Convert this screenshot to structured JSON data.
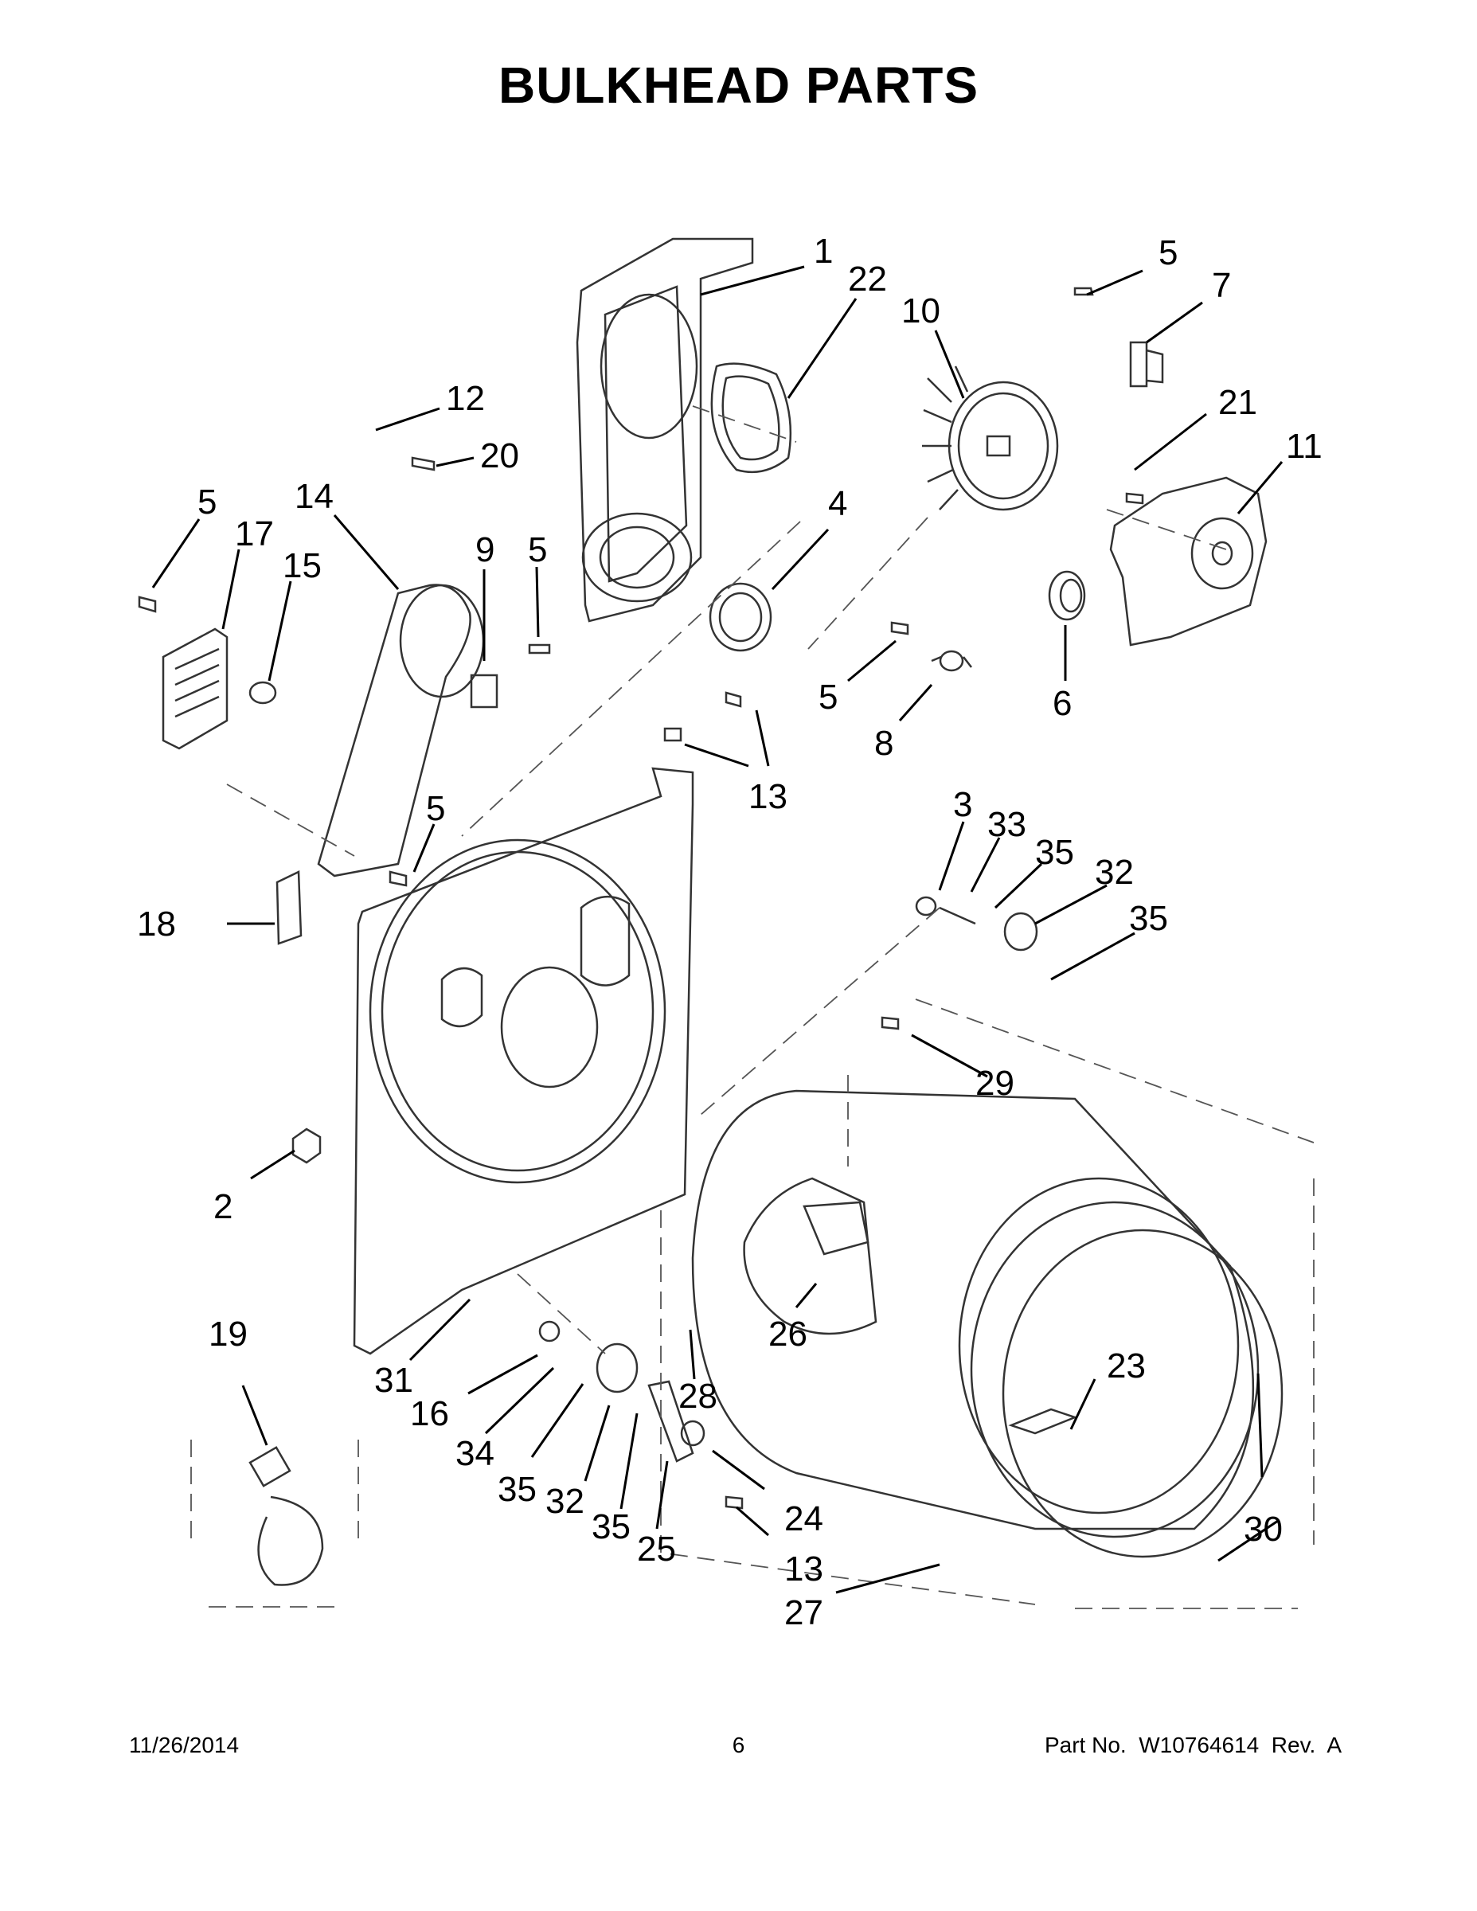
{
  "page": {
    "title": "BULKHEAD PARTS"
  },
  "footer": {
    "date": "11/26/2014",
    "page_number": "6",
    "part_number": "Part No.  W10764614  Rev.  A"
  },
  "callouts": [
    {
      "id": "c1",
      "label": "1"
    },
    {
      "id": "c22",
      "label": "22"
    },
    {
      "id": "c10",
      "label": "10"
    },
    {
      "id": "c5a",
      "label": "5"
    },
    {
      "id": "c7",
      "label": "7"
    },
    {
      "id": "c12",
      "label": "12"
    },
    {
      "id": "c20",
      "label": "20"
    },
    {
      "id": "c21",
      "label": "21"
    },
    {
      "id": "c11",
      "label": "11"
    },
    {
      "id": "c5b",
      "label": "5"
    },
    {
      "id": "c14",
      "label": "14"
    },
    {
      "id": "c17",
      "label": "17"
    },
    {
      "id": "c15",
      "label": "15"
    },
    {
      "id": "c9",
      "label": "9"
    },
    {
      "id": "c5c",
      "label": "5"
    },
    {
      "id": "c4",
      "label": "4"
    },
    {
      "id": "c5d",
      "label": "5"
    },
    {
      "id": "c8",
      "label": "8"
    },
    {
      "id": "c6",
      "label": "6"
    },
    {
      "id": "c13a",
      "label": "13"
    },
    {
      "id": "c5e",
      "label": "5"
    },
    {
      "id": "c18",
      "label": "18"
    },
    {
      "id": "c3",
      "label": "3"
    },
    {
      "id": "c33",
      "label": "33"
    },
    {
      "id": "c35a",
      "label": "35"
    },
    {
      "id": "c32a",
      "label": "32"
    },
    {
      "id": "c35b",
      "label": "35"
    },
    {
      "id": "c29",
      "label": "29"
    },
    {
      "id": "c2",
      "label": "2"
    },
    {
      "id": "c26",
      "label": "26"
    },
    {
      "id": "c19",
      "label": "19"
    },
    {
      "id": "c31",
      "label": "31"
    },
    {
      "id": "c16",
      "label": "16"
    },
    {
      "id": "c28",
      "label": "28"
    },
    {
      "id": "c23",
      "label": "23"
    },
    {
      "id": "c34",
      "label": "34"
    },
    {
      "id": "c35c",
      "label": "35"
    },
    {
      "id": "c32b",
      "label": "32"
    },
    {
      "id": "c35d",
      "label": "35"
    },
    {
      "id": "c25",
      "label": "25"
    },
    {
      "id": "c24",
      "label": "24"
    },
    {
      "id": "c13b",
      "label": "13"
    },
    {
      "id": "c30",
      "label": "30"
    },
    {
      "id": "c27",
      "label": "27"
    }
  ]
}
